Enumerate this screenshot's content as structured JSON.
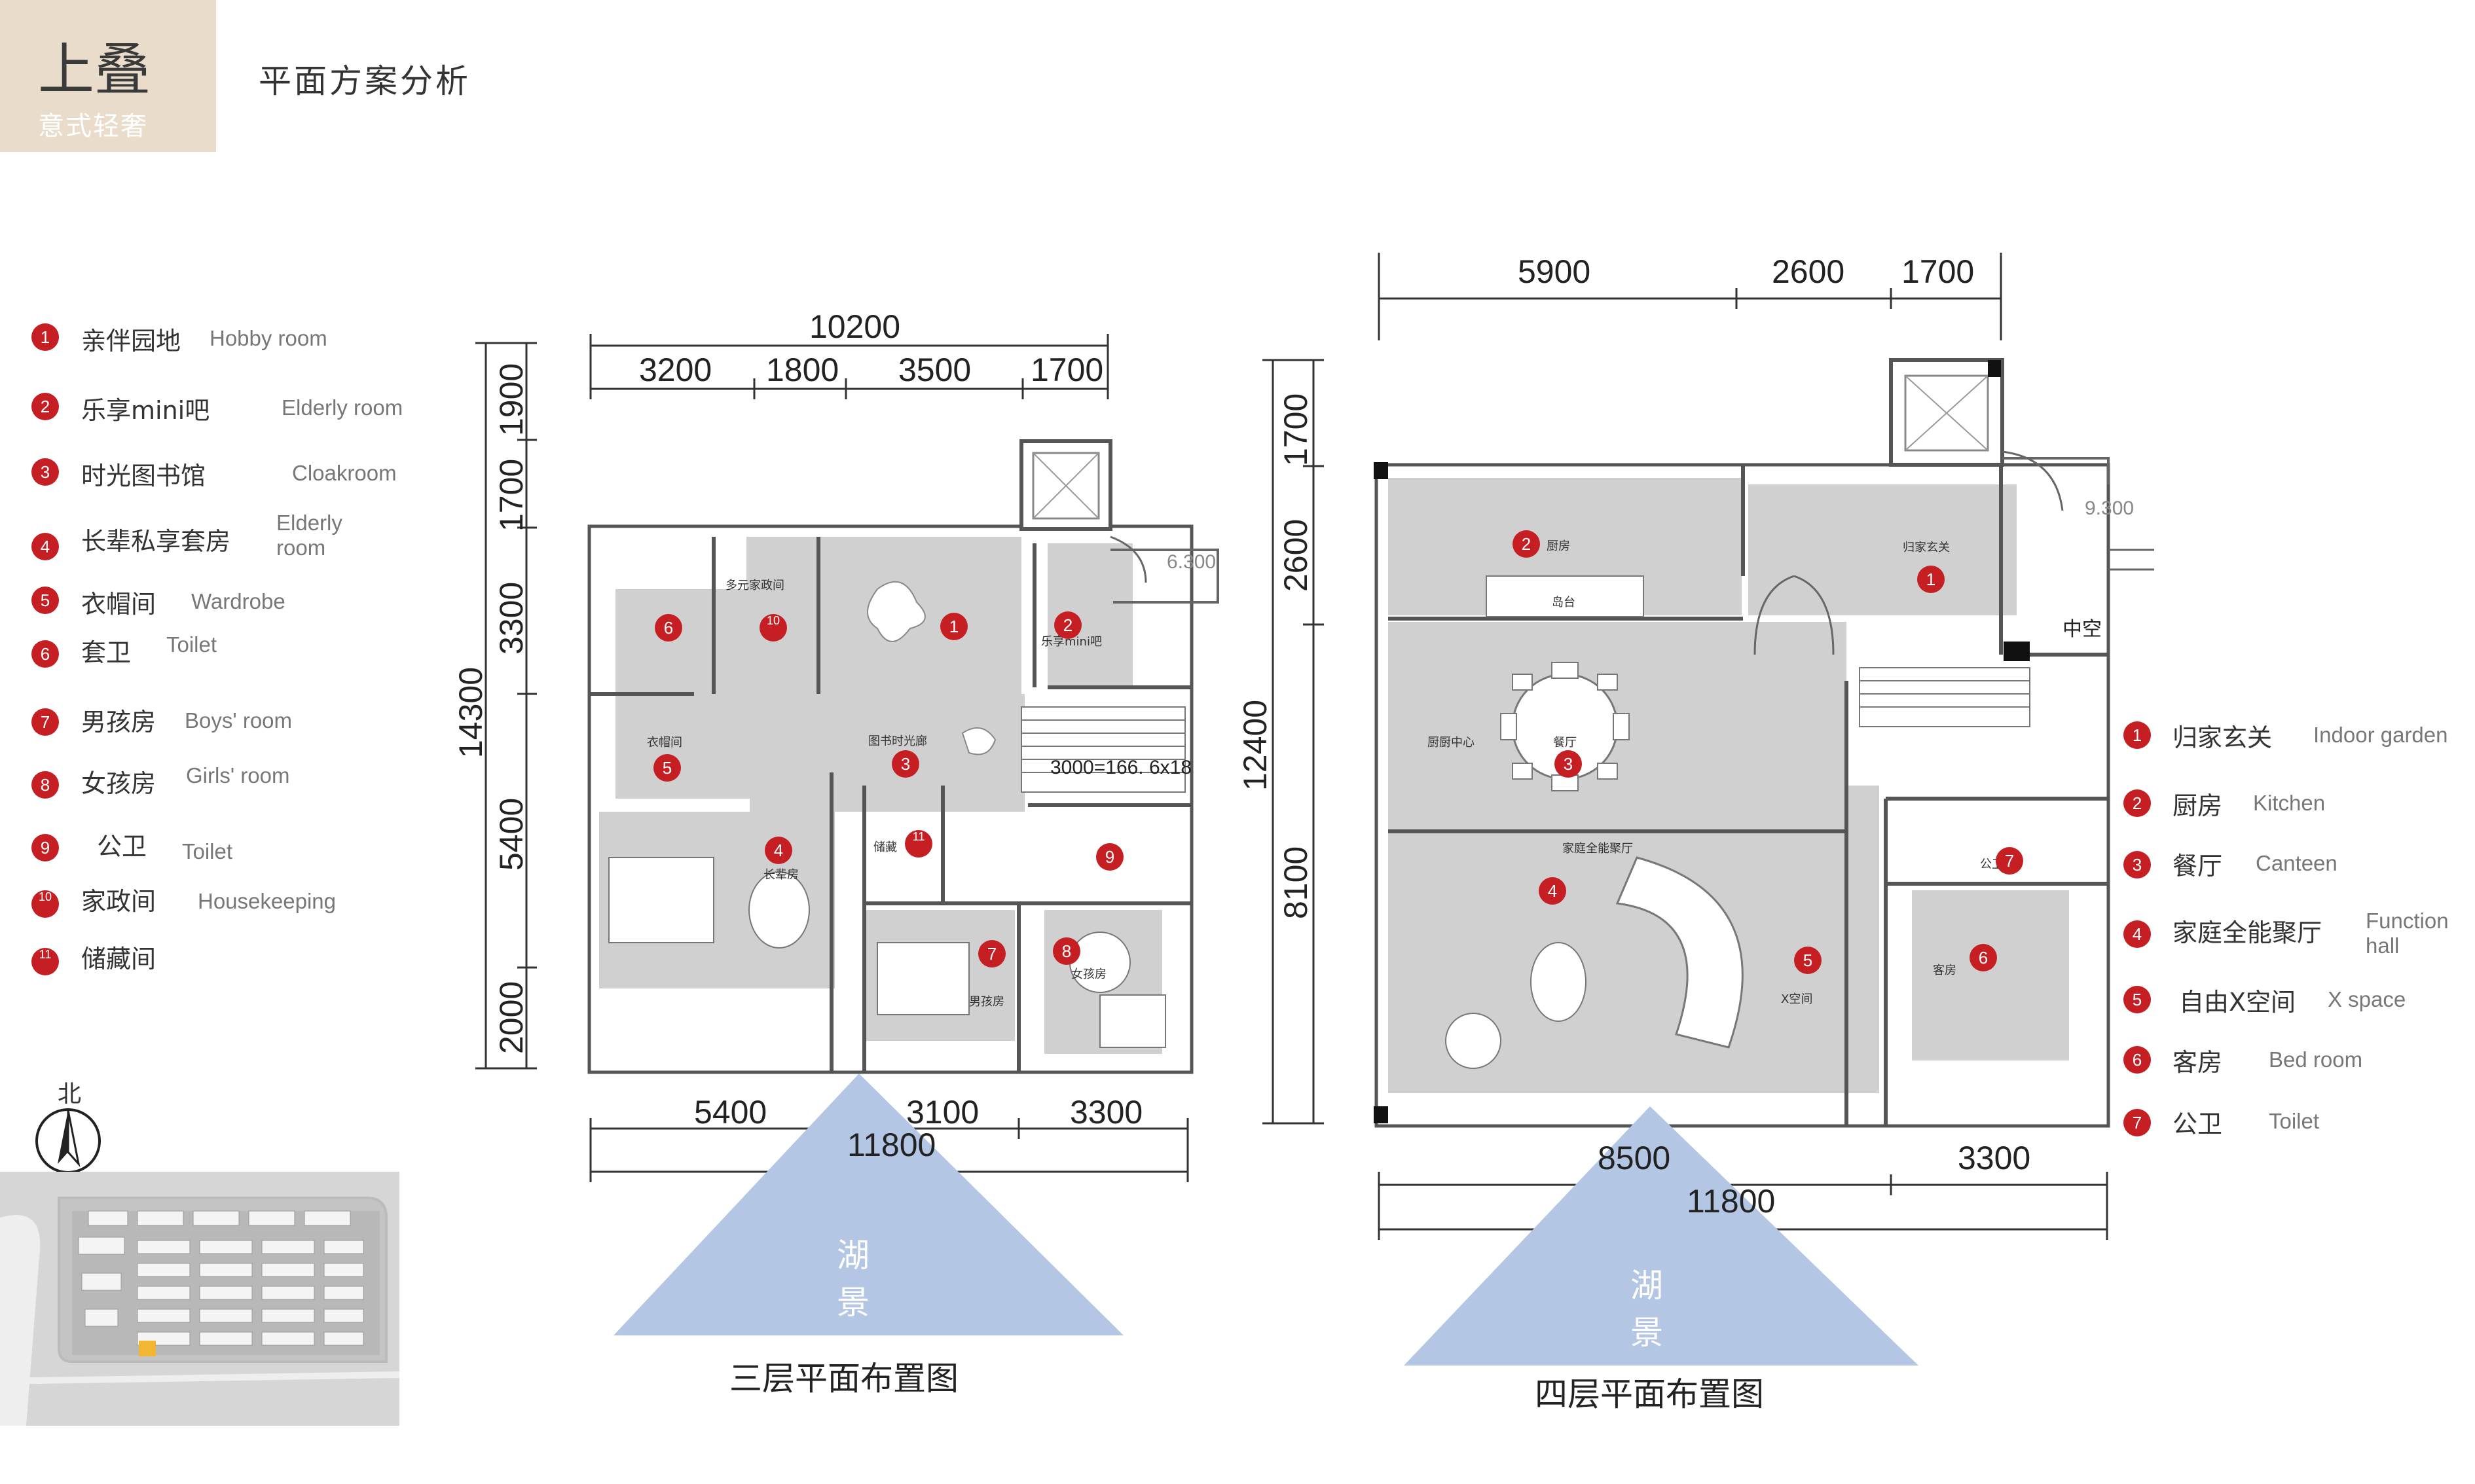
{
  "header": {
    "title": "上叠",
    "subtitle": "意式轻奢",
    "heading": "平面方案分析"
  },
  "legend_left": [
    {
      "num": "1",
      "cn": "亲伴园地",
      "en": "Hobby room"
    },
    {
      "num": "2",
      "cn": "乐享mini吧",
      "en": "Elderly room"
    },
    {
      "num": "3",
      "cn": "时光图书馆",
      "en": "Cloakroom"
    },
    {
      "num": "4",
      "cn": "长辈私享套房",
      "en": "Elderly room"
    },
    {
      "num": "5",
      "cn": "衣帽间",
      "en": "Wardrobe"
    },
    {
      "num": "6",
      "cn": "套卫",
      "en": "Toilet"
    },
    {
      "num": "7",
      "cn": "男孩房",
      "en": "Boys' room"
    },
    {
      "num": "8",
      "cn": "女孩房",
      "en": "Girls' room"
    },
    {
      "num": "9",
      "cn": "公卫",
      "en": "Toilet"
    },
    {
      "num": "10",
      "cn": "家政间",
      "en": "Housekeeping"
    },
    {
      "num": "11",
      "cn": "储藏间",
      "en": ""
    }
  ],
  "legend_right": [
    {
      "num": "1",
      "cn": "归家玄关",
      "en": "Indoor garden"
    },
    {
      "num": "2",
      "cn": "厨房",
      "en": "Kitchen"
    },
    {
      "num": "3",
      "cn": "餐厅",
      "en": "Canteen"
    },
    {
      "num": "4",
      "cn": "家庭全能聚厅",
      "en": "Function hall"
    },
    {
      "num": "5",
      "cn": "自由X空间",
      "en": "X space"
    },
    {
      "num": "6",
      "cn": "客房",
      "en": "Bed room"
    },
    {
      "num": "7",
      "cn": "公卫",
      "en": "Toilet"
    }
  ],
  "north_label": "北",
  "plan3": {
    "caption": "三层平面布置图",
    "lake": "湖景",
    "dims_top": {
      "total": "10200",
      "parts": [
        "3200",
        "1800",
        "3500",
        "1700"
      ]
    },
    "dims_bottom": {
      "total": "11800",
      "parts": [
        "5400",
        "3100",
        "3300"
      ]
    },
    "dims_left": {
      "total": "14300",
      "parts": [
        "1900",
        "1700",
        "3300",
        "5400",
        "2000"
      ]
    },
    "stair_note": "3000=166. 6x18",
    "level": "6.300",
    "room_labels": [
      "多元家政间",
      "图书时光廊",
      "乐享mini吧",
      "衣帽间",
      "长辈房",
      "储藏",
      "男孩房",
      "女孩房"
    ]
  },
  "plan4": {
    "caption": "四层平面布置图",
    "lake": "湖景",
    "void_label": "中空",
    "level": "9.300",
    "dims_top": {
      "parts": [
        "5900",
        "2600",
        "1700"
      ]
    },
    "dims_bottom": {
      "total": "11800",
      "parts": [
        "8500",
        "3300"
      ]
    },
    "dims_left": {
      "total": "12400",
      "parts": [
        "1700",
        "2600",
        "8100"
      ]
    },
    "room_labels": [
      "厨房",
      "归家玄关",
      "岛台",
      "餐厅",
      "厨厨中心",
      "家庭全能聚厅",
      "X空间",
      "客房",
      "公卫"
    ]
  }
}
